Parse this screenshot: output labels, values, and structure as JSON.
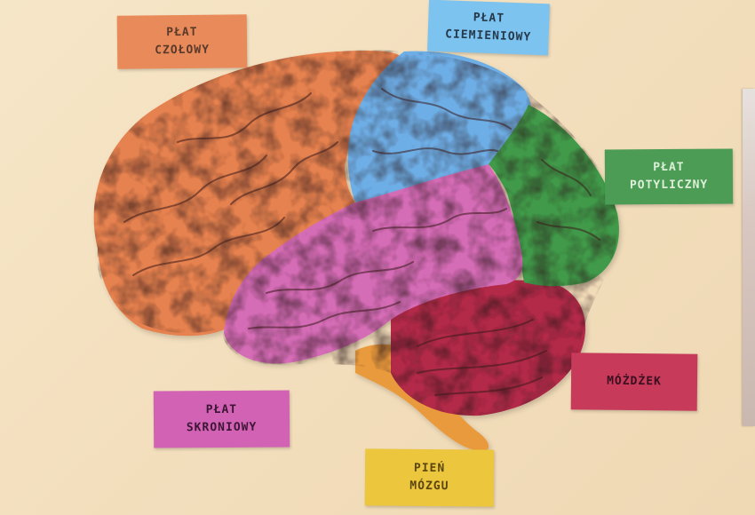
{
  "labels": {
    "frontal": {
      "line1": "PŁAT",
      "line2": "CZOŁOWY",
      "bg": "#e98a5a",
      "fg": "#5a3a2a"
    },
    "parietal": {
      "line1": "PŁAT",
      "line2": "CIEMIENIOWY",
      "bg": "#7cc3ef",
      "fg": "#26384a"
    },
    "occipital": {
      "line1": "PŁAT",
      "line2": "POTYLICZNY",
      "bg": "#4c9c56",
      "fg": "#dcefd8"
    },
    "cerebellum": {
      "line1": "MÓŻDŻEK",
      "line2": "",
      "bg": "#c73a5a",
      "fg": "#3a1020"
    },
    "temporal": {
      "line1": "PŁAT",
      "line2": "SKRONIOWY",
      "bg": "#d262b4",
      "fg": "#3c1634"
    },
    "brainstem": {
      "line1": "PIEŃ",
      "line2": "MÓZGU",
      "bg": "#ecc63c",
      "fg": "#5a4610"
    }
  },
  "colors": {
    "frontal_lobe": "#e6824f",
    "parietal_lobe": "#6eaee6",
    "occipital_lobe": "#3f9a4a",
    "temporal_lobe": "#d46cb6",
    "cerebellum": "#b32a4a",
    "brainstem": "#e99a3c",
    "background": "#f3dfbd"
  }
}
